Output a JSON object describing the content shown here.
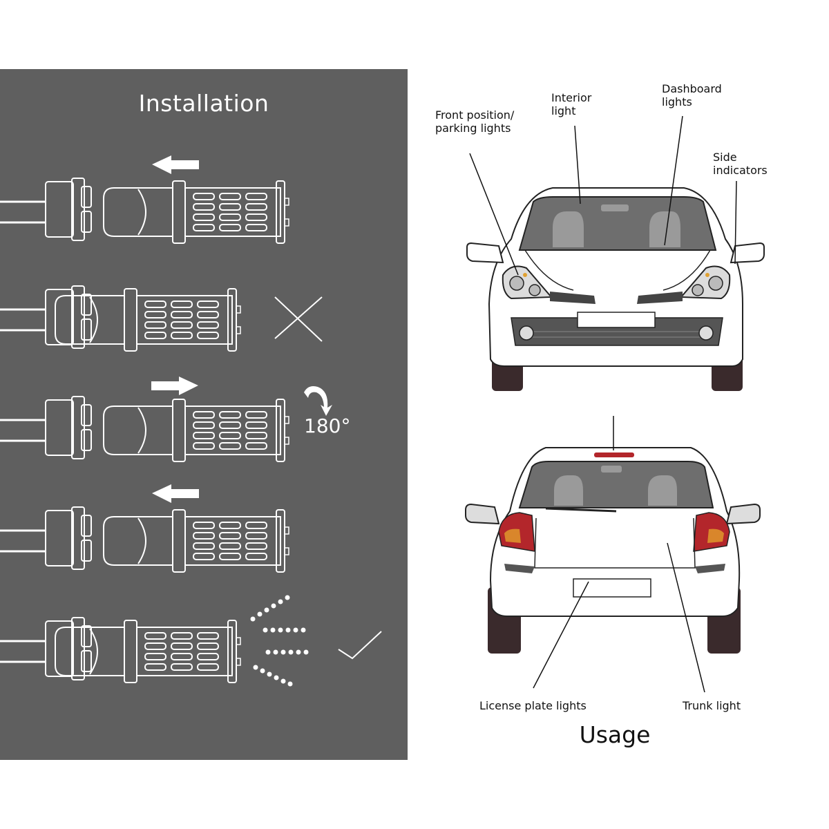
{
  "installation": {
    "title": "Installation",
    "rotate_label": "180°",
    "steps": [
      {
        "arrow": "left",
        "result": "none"
      },
      {
        "arrow": "none",
        "result": "wrong"
      },
      {
        "arrow": "right",
        "result": "rotate"
      },
      {
        "arrow": "left",
        "result": "none"
      },
      {
        "arrow": "none",
        "result": "correct"
      }
    ]
  },
  "usage": {
    "title": "Usage",
    "front_labels": {
      "front_position": "Front position/\nparking lights",
      "interior": "Interior\nlight",
      "dashboard": "Dashboard\nlights",
      "side": "Side\nindicators"
    },
    "rear_labels": {
      "license": "License plate lights",
      "trunk": "Trunk light"
    }
  },
  "colors": {
    "panel": "#5f5f5f",
    "line": "#ffffff",
    "taillight_red": "#b3262b",
    "taillight_amber": "#d9862b",
    "tire": "#3a2a2c"
  }
}
